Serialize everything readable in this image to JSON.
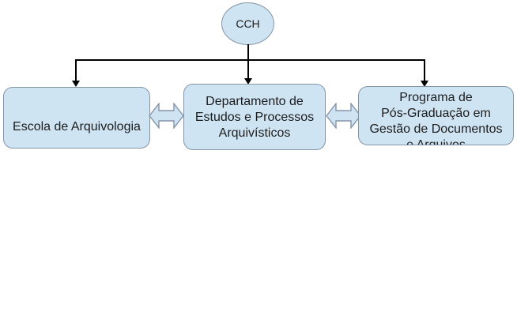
{
  "diagram": {
    "root": {
      "label": "CCH"
    },
    "boxes": [
      {
        "name": "escola-de-arquivologia",
        "lines": [
          "Escola de Arquivologia"
        ]
      },
      {
        "name": "departamento-estudos-processos-arquivisticos",
        "lines": [
          "Departamento de",
          "Estudos e Processos",
          "Arquivísticos"
        ]
      },
      {
        "name": "programa-pos-graduacao-gestao-documentos",
        "lines": [
          "Programa de",
          "Pós-Graduação em",
          "Gestão de Documentos",
          "e Arquivos"
        ]
      }
    ],
    "connectors": {
      "tree": "root connects down to all three boxes with arrowheads",
      "between_boxes": "bidirectional-arrow"
    },
    "colors": {
      "shape_fill": "#cfe4f3",
      "shape_stroke": "#8494a8",
      "connector_line": "#000000",
      "text": "#1c1c1c",
      "background": "#ffffff"
    }
  }
}
